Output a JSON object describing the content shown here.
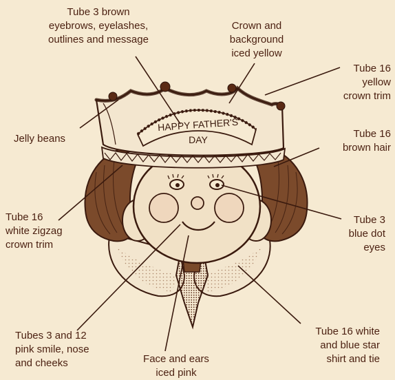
{
  "colors": {
    "background": "#f6ead2",
    "ink": "#4a1f10",
    "line": "#3a1a0e",
    "face": "#f1e1c6",
    "hair": "#7b4a2b"
  },
  "cake_text": {
    "line1": "HAPPY FATHER'S",
    "line2": "DAY"
  },
  "labels": {
    "top_message": [
      "Tube 3 brown",
      "eyebrows, eyelashes,",
      "outlines and message"
    ],
    "crown_background": [
      "Crown and",
      "background",
      "iced yellow"
    ],
    "yellow_trim": [
      "Tube 16",
      "yellow",
      "crown trim"
    ],
    "jelly_beans": [
      "Jelly beans"
    ],
    "brown_hair": [
      "Tube 16",
      "brown hair"
    ],
    "white_zigzag": [
      "Tube 16",
      "white zigzag",
      "crown trim"
    ],
    "blue_eyes": [
      "Tube 3",
      "blue dot",
      "eyes"
    ],
    "pink_smile": [
      "Tubes 3 and 12",
      "pink smile, nose",
      "and cheeks"
    ],
    "face_ears": [
      "Face and ears",
      "iced pink"
    ],
    "shirt_tie": [
      "Tube 16 white",
      "and  blue star",
      "shirt and tie"
    ]
  }
}
